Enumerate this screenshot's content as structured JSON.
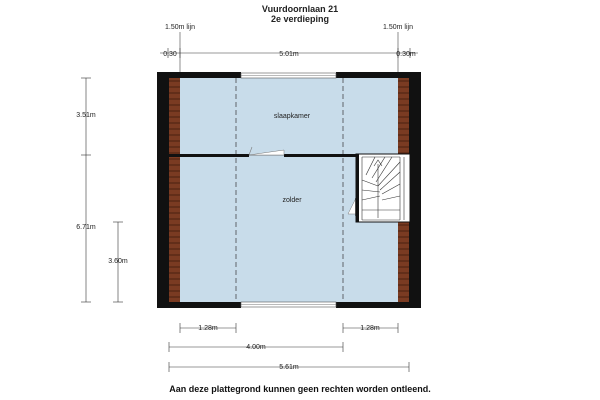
{
  "header": {
    "address": "Vuurdoornlaan 21",
    "floor": "2e verdieping"
  },
  "lines": {
    "left_label": "1.50m lijn",
    "right_label": "1.50m lijn"
  },
  "rooms": {
    "bedroom": "slaapkamer",
    "attic": "zolder"
  },
  "dimensions": {
    "top_left_wall": "0.30",
    "top_width": "5.01m",
    "top_right_wall": "0.30m",
    "left_upper": "3.51m",
    "left_total": "6.71m",
    "left_inner": "3.60m",
    "bottom_left": "1.28m",
    "bottom_right": "1.28m",
    "bottom_middle": "4.00m",
    "bottom_total": "5.61m"
  },
  "footer": {
    "disclaimer": "Aan deze plattegrond kunnen geen rechten worden ontleend."
  },
  "colors": {
    "floor": "#c8dcea",
    "wall": "#111111",
    "roof_beam": "#7a3b22"
  }
}
